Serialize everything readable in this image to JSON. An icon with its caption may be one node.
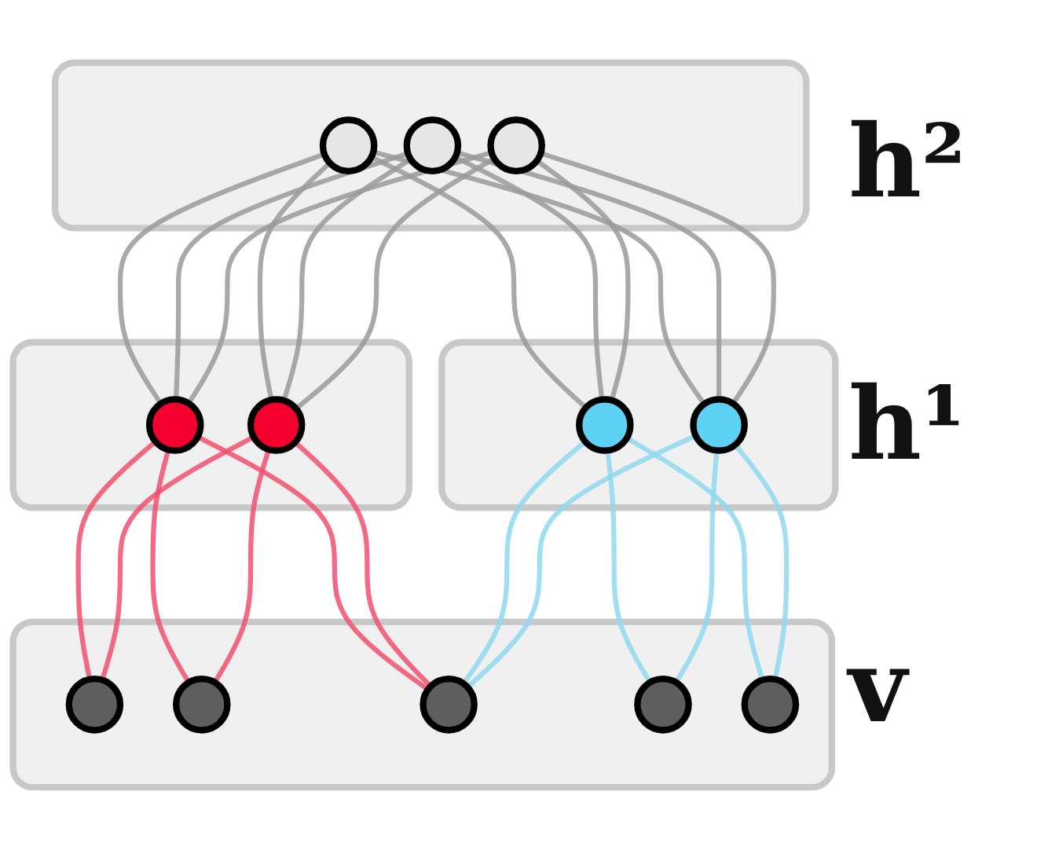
{
  "diagram": {
    "nodes": [
      {
        "text": [],
        "shape": "box"
      },
      {
        "text": [],
        "shape": "circle",
        "in": 0
      },
      {
        "text": [],
        "shape": "circle",
        "in": 0
      },
      {
        "text": [],
        "shape": "circle",
        "in": 0
      },
      {
        "text": [],
        "shape": "box"
      },
      {
        "text": [],
        "shape": "circle",
        "in": 4
      },
      {
        "text": [],
        "shape": "circle",
        "in": 4
      },
      {
        "text": [],
        "shape": "box"
      },
      {
        "text": [],
        "shape": "circle",
        "in": 7
      },
      {
        "text": [],
        "shape": "circle",
        "in": 7
      },
      {
        "text": [],
        "shape": "box"
      },
      {
        "text": [],
        "shape": "circle",
        "in": 10
      },
      {
        "text": [],
        "shape": "circle",
        "in": 10
      },
      {
        "text": [],
        "shape": "circle",
        "in": 10
      },
      {
        "text": [],
        "shape": "circle",
        "in": 10
      },
      {
        "text": [],
        "shape": "circle",
        "in": 10
      }
    ],
    "edges": [
      {
        "from": 1,
        "to": 5,
        "arrow": "none"
      },
      {
        "from": 1,
        "to": 6,
        "arrow": "none"
      },
      {
        "from": 1,
        "to": 8,
        "arrow": "none"
      },
      {
        "from": 1,
        "to": 9,
        "arrow": "none"
      },
      {
        "from": 2,
        "to": 5,
        "arrow": "none"
      },
      {
        "from": 2,
        "to": 6,
        "arrow": "none"
      },
      {
        "from": 2,
        "to": 8,
        "arrow": "none"
      },
      {
        "from": 2,
        "to": 9,
        "arrow": "none"
      },
      {
        "from": 3,
        "to": 5,
        "arrow": "none"
      },
      {
        "from": 3,
        "to": 6,
        "arrow": "none"
      },
      {
        "from": 3,
        "to": 8,
        "arrow": "none"
      },
      {
        "from": 3,
        "to": 9,
        "arrow": "none"
      },
      {
        "from": 5,
        "to": 11,
        "arrow": "none",
        "color": "#f0506e"
      },
      {
        "from": 5,
        "to": 12,
        "arrow": "none",
        "color": "#f0506e"
      },
      {
        "from": 5,
        "to": 13,
        "arrow": "none",
        "color": "#f0506e"
      },
      {
        "from": 6,
        "to": 11,
        "arrow": "none",
        "color": "#f0506e"
      },
      {
        "from": 6,
        "to": 12,
        "arrow": "none",
        "color": "#f0506e"
      },
      {
        "from": 6,
        "to": 13,
        "arrow": "none",
        "color": "#f0506e"
      },
      {
        "from": 8,
        "to": 13,
        "arrow": "none",
        "color": "#8fd8f0"
      },
      {
        "from": 8,
        "to": 14,
        "arrow": "none",
        "color": "#8fd8f0"
      },
      {
        "from": 8,
        "to": 15,
        "arrow": "none",
        "color": "#8fd8f0"
      },
      {
        "from": 9,
        "to": 13,
        "arrow": "none",
        "color": "#8fd8f0"
      },
      {
        "from": 9,
        "to": 14,
        "arrow": "none",
        "color": "#8fd8f0"
      },
      {
        "from": 9,
        "to": 15,
        "arrow": "none",
        "color": "#8fd8f0"
      }
    ],
    "labels": [
      "h²",
      "h¹",
      "v"
    ]
  }
}
